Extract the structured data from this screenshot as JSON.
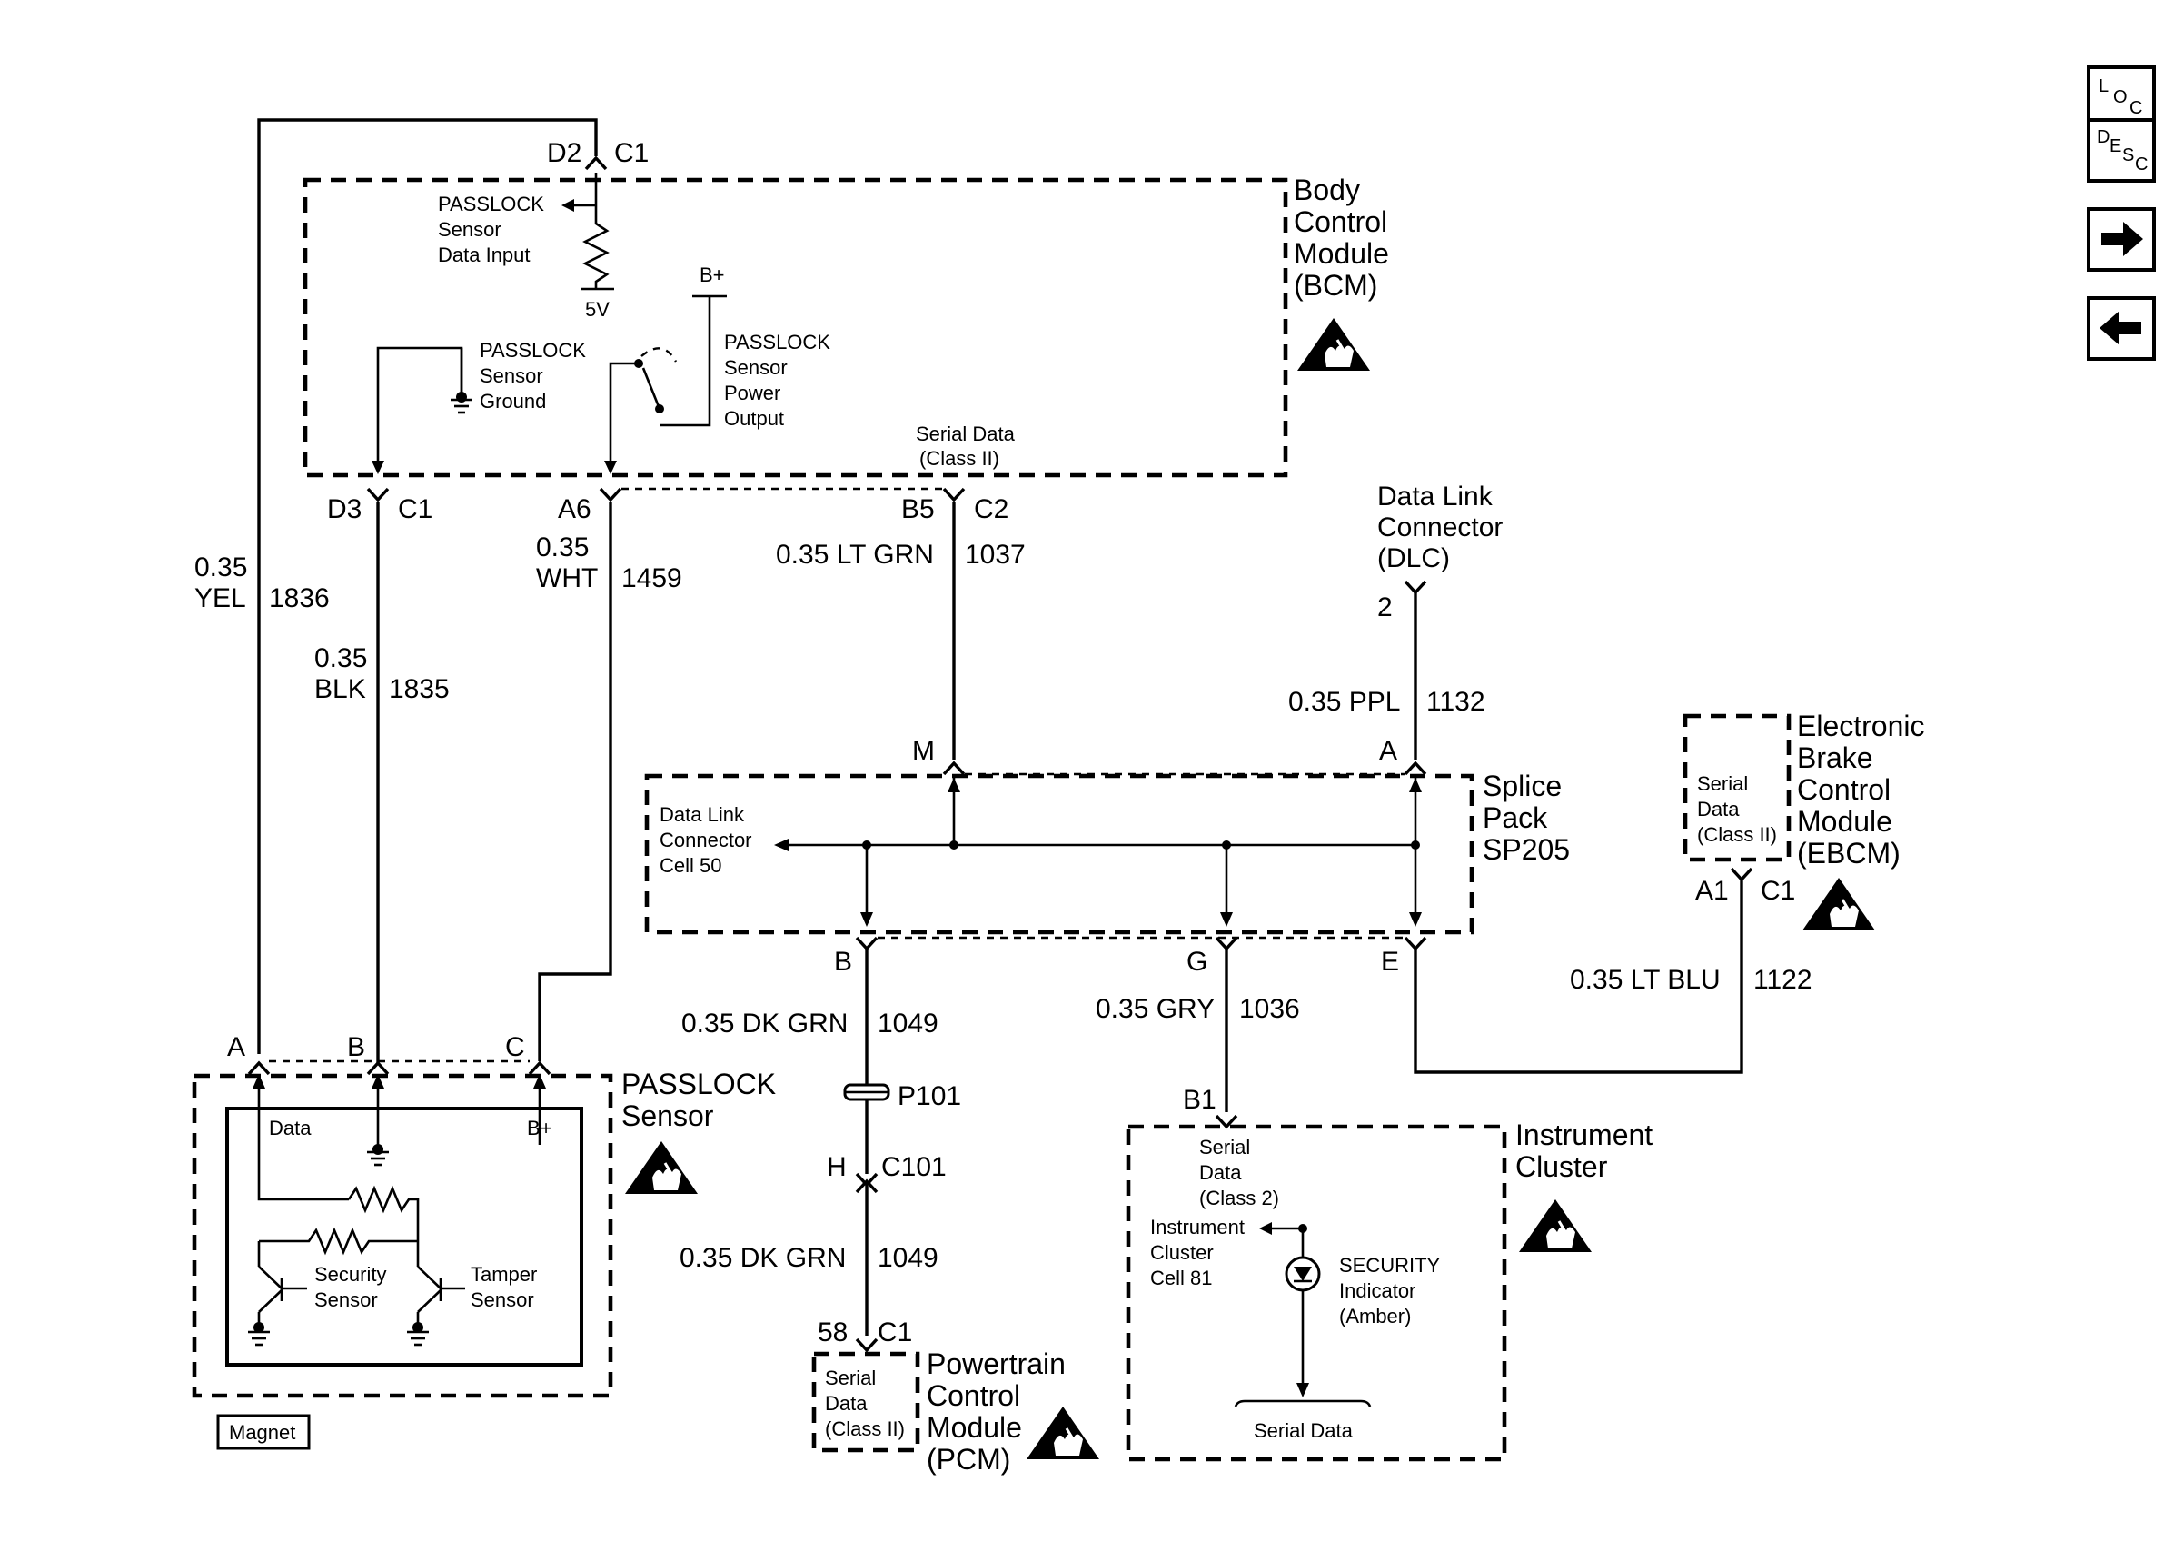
{
  "navigation": {
    "loc": {
      "l": "L",
      "o": "O",
      "c": "C"
    },
    "desc": {
      "d": "D",
      "e": "E",
      "s": "S",
      "c": "C"
    },
    "forward_icon": "arrow-right-icon",
    "back_icon": "arrow-left-icon"
  },
  "bcm": {
    "name": [
      "Body",
      "Control",
      "Module",
      "(BCM)"
    ],
    "sensor_data_input": [
      "PASSLOCK",
      "Sensor",
      "Data Input"
    ],
    "voltage": "5V",
    "sensor_ground": [
      "PASSLOCK",
      "Sensor",
      "Ground"
    ],
    "bplus": "B+",
    "sensor_power_output": [
      "PASSLOCK",
      "Sensor",
      "Power",
      "Output"
    ],
    "serial_data": [
      "Serial Data",
      "(Class II)"
    ],
    "pin_d2": "D2",
    "conn_d2": "C1",
    "pin_d3": "D3",
    "conn_d3": "C1",
    "pin_a6": "A6",
    "pin_b5": "B5",
    "conn_b5": "C2"
  },
  "wires": {
    "yel": {
      "gauge": "0.35",
      "color": "YEL",
      "circuit": "1836"
    },
    "blk": {
      "gauge": "0.35",
      "color": "BLK",
      "circuit": "1835"
    },
    "wht": {
      "gauge": "0.35",
      "color": "WHT",
      "circuit": "1459"
    },
    "ltgrn": {
      "label": "0.35 LT GRN",
      "circuit": "1037"
    },
    "ppl": {
      "label": "0.35 PPL",
      "circuit": "1132"
    },
    "dkgrn_top": {
      "label": "0.35 DK GRN",
      "circuit": "1049"
    },
    "dkgrn_bottom": {
      "label": "0.35 DK GRN",
      "circuit": "1049"
    },
    "gry": {
      "label": "0.35 GRY",
      "circuit": "1036"
    },
    "ltblu": {
      "label": "0.35 LT BLU",
      "circuit": "1122"
    }
  },
  "dlc": {
    "name": [
      "Data Link",
      "Connector",
      "(DLC)"
    ],
    "pin": "2"
  },
  "splice": {
    "name": [
      "Splice",
      "Pack",
      "SP205"
    ],
    "cell": [
      "Data Link",
      "Connector",
      "Cell 50"
    ],
    "pin_m": "M",
    "pin_a": "A",
    "pin_b": "B",
    "pin_g": "G",
    "pin_e": "E"
  },
  "ebcm": {
    "name": [
      "Electronic",
      "Brake",
      "Control",
      "Module",
      "(EBCM)"
    ],
    "serial": [
      "Serial",
      "Data",
      "(Class II)"
    ],
    "pin": "A1",
    "conn": "C1"
  },
  "passlock": {
    "name": [
      "PASSLOCK",
      "Sensor"
    ],
    "pin_a": "A",
    "pin_b": "B",
    "pin_c": "C",
    "data": "Data",
    "bplus": "B+",
    "security": [
      "Security",
      "Sensor"
    ],
    "tamper": [
      "Tamper",
      "Sensor"
    ],
    "magnet": "Magnet"
  },
  "connector_p101": {
    "name": "P101",
    "pin": "H",
    "conn": "C101"
  },
  "pcm": {
    "pin": "58",
    "conn": "C1",
    "serial": [
      "Serial",
      "Data",
      "(Class II)"
    ],
    "name": [
      "Powertrain",
      "Control",
      "Module",
      "(PCM)"
    ]
  },
  "ic": {
    "pin": "B1",
    "name": [
      "Instrument",
      "Cluster"
    ],
    "serial": [
      "Serial",
      "Data",
      "(Class 2)"
    ],
    "cell": [
      "Instrument",
      "Cluster",
      "Cell 81"
    ],
    "security": [
      "SECURITY",
      "Indicator",
      "(Amber)"
    ],
    "serial_data_bottom": "Serial Data"
  },
  "esd_icon": "esd-warning-icon"
}
